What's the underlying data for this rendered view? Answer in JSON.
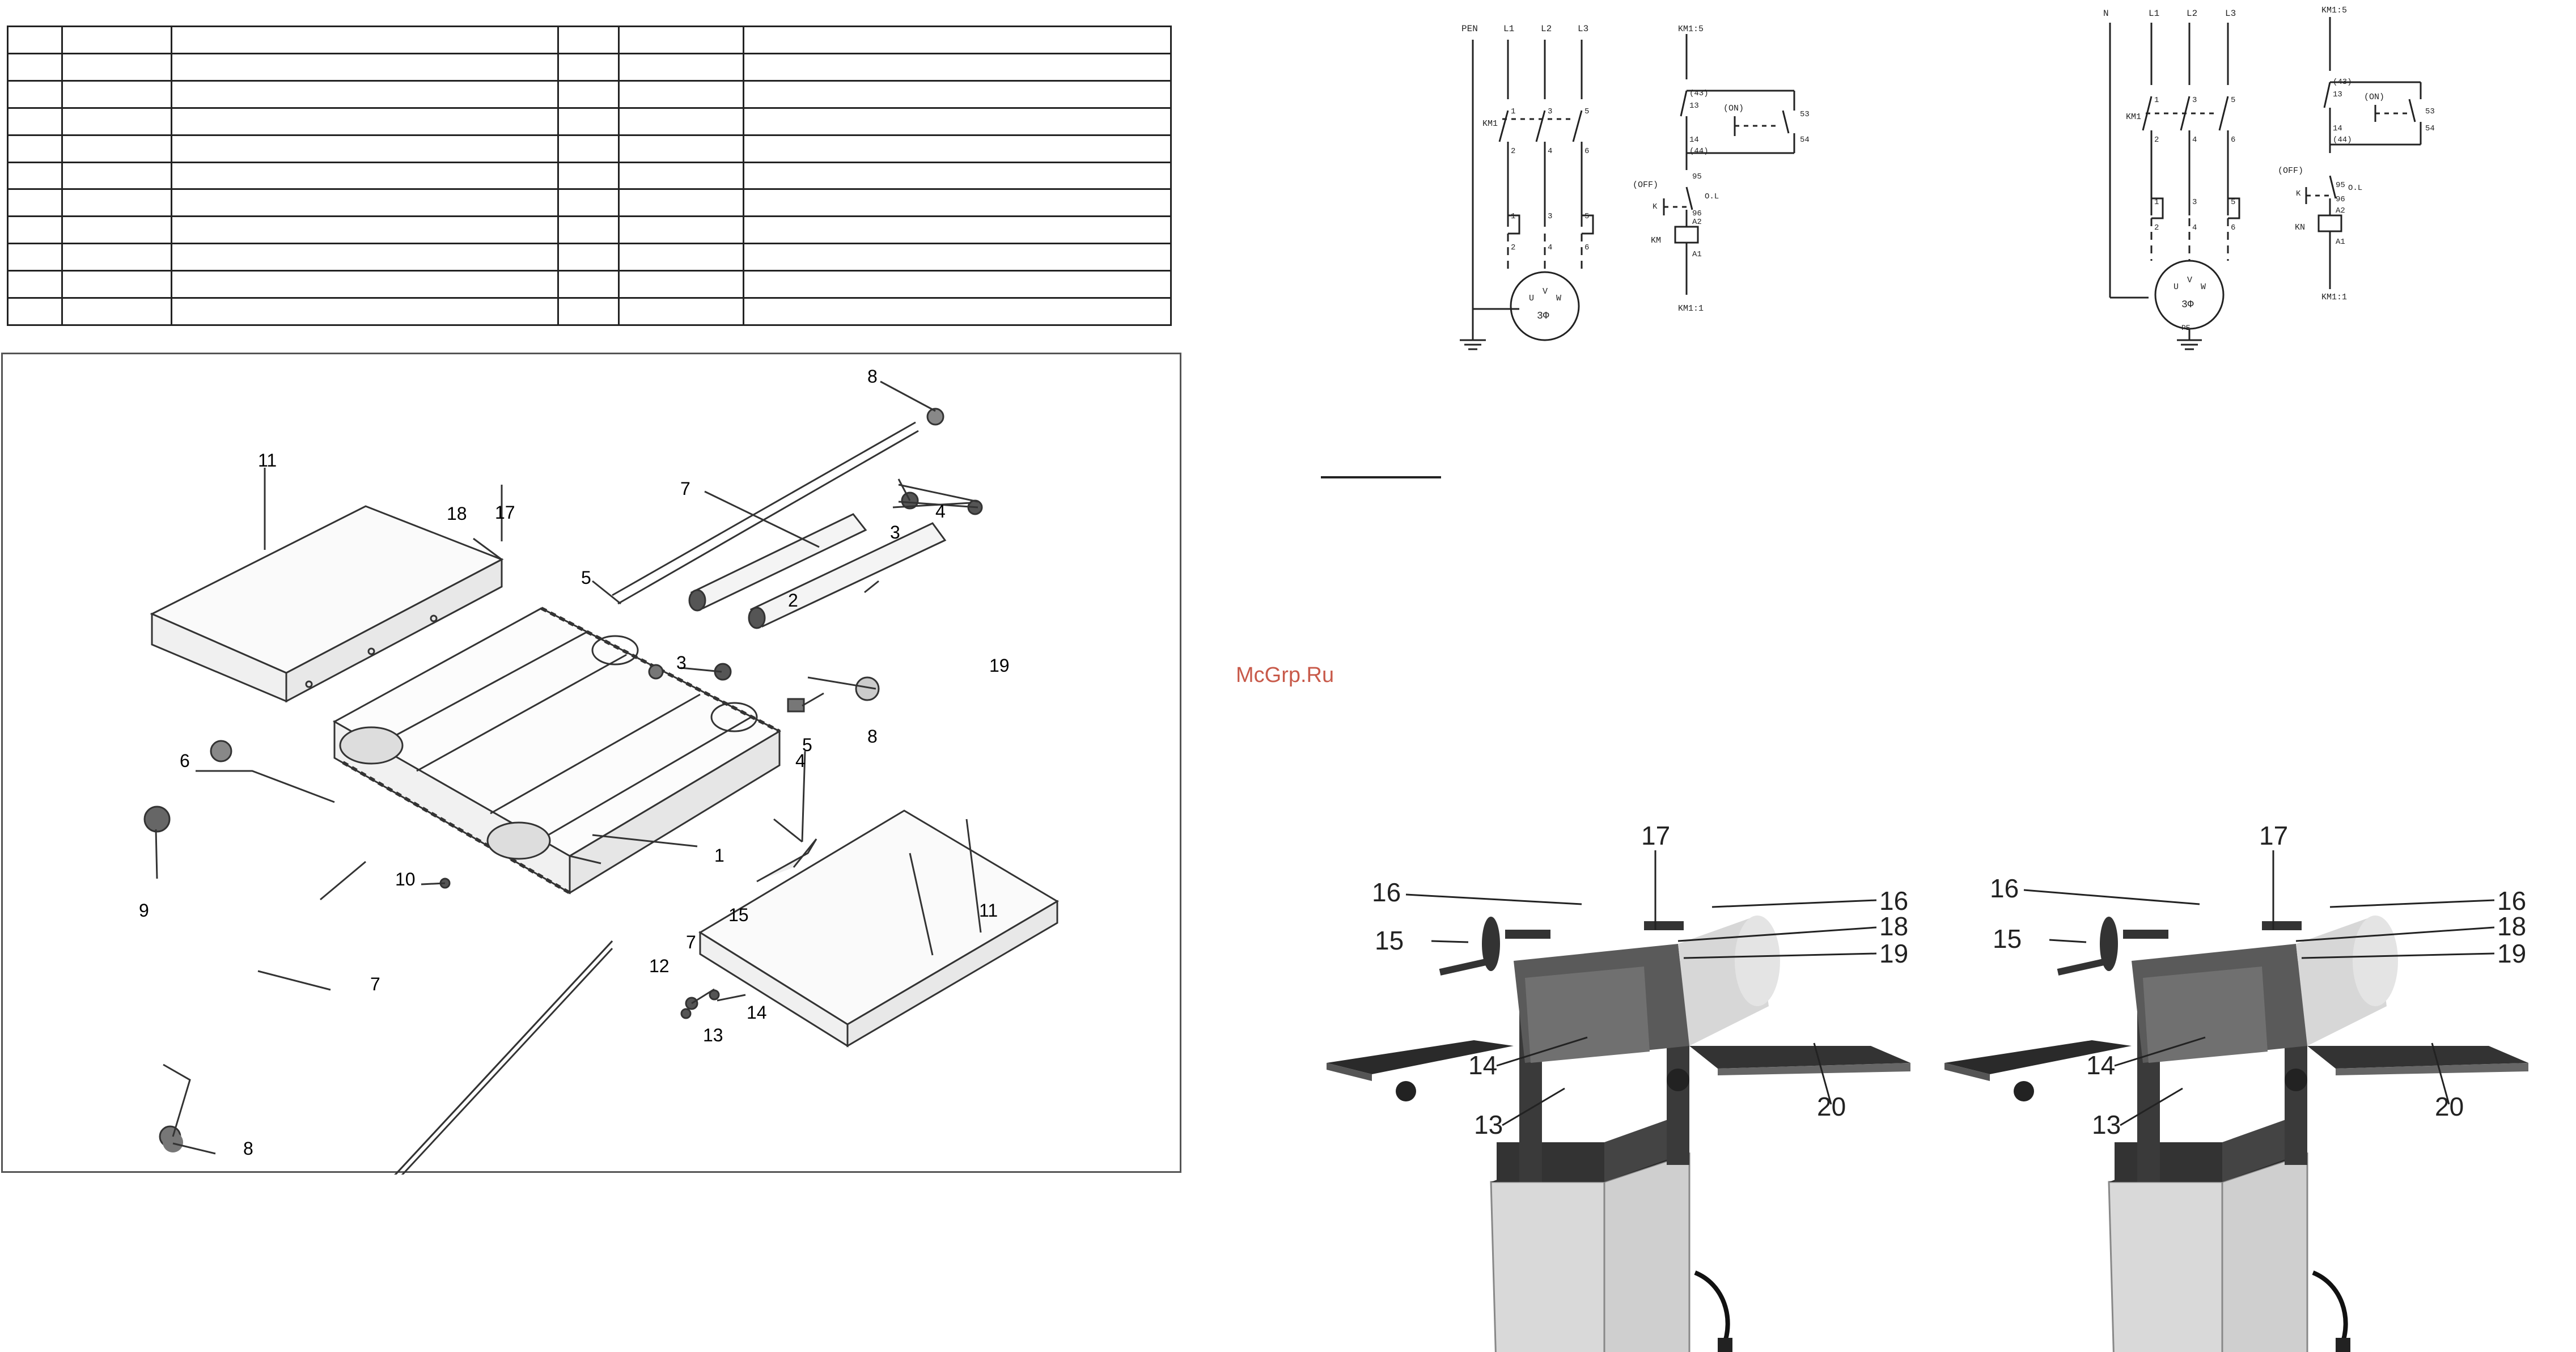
{
  "watermark": "McGrp.Ru",
  "parts_table": {
    "rows": 11,
    "columns": 6
  },
  "exploded_view": {
    "callouts": [
      "1",
      "2",
      "3",
      "3",
      "4",
      "4",
      "5",
      "5",
      "6",
      "7",
      "7",
      "7",
      "8",
      "8",
      "8",
      "9",
      "10",
      "11",
      "11",
      "12",
      "13",
      "14",
      "15",
      "17",
      "18",
      "19"
    ]
  },
  "schematic_a": {
    "lines": [
      "PEN",
      "L1",
      "L2",
      "L3"
    ],
    "terminals": [
      "1",
      "3",
      "5",
      "2",
      "4",
      "6",
      "1",
      "3",
      "5",
      "2",
      "4",
      "6"
    ],
    "contactor": "KM1",
    "control": {
      "top": "KM1:5",
      "bottom": "KM1:1",
      "aux_contact": [
        "(43)",
        "13",
        "14",
        "(44)"
      ],
      "on_button": "(ON)",
      "on_terminals": [
        "53",
        "54"
      ],
      "off_button": "(OFF)",
      "off_terminals": [
        "95",
        "96",
        "O.L",
        "K"
      ],
      "coil": "KM",
      "coil_terminals": [
        "A2",
        "A1"
      ]
    },
    "motor": [
      "U",
      "V",
      "W",
      "3Φ"
    ]
  },
  "schematic_b": {
    "lines": [
      "N",
      "L1",
      "L2",
      "L3"
    ],
    "terminals": [
      "1",
      "3",
      "5",
      "2",
      "4",
      "6",
      "1",
      "3",
      "5",
      "2",
      "4",
      "6"
    ],
    "contactor": "KM1",
    "control": {
      "top": "KM1:5",
      "bottom": "KM1:1",
      "aux_contact": [
        "(43)",
        "13",
        "14",
        "(44)"
      ],
      "on_button": "(ON)",
      "on_terminals": [
        "53",
        "54"
      ],
      "off_button": "(OFF)",
      "off_terminals": [
        "95",
        "96",
        "O.L",
        "K"
      ],
      "coil": "KN",
      "coil_terminals": [
        "A2",
        "A1"
      ]
    },
    "motor": [
      "U",
      "V",
      "W",
      "3Φ"
    ],
    "ground": "PE"
  },
  "photo_left": {
    "labels": [
      "17",
      "16",
      "16",
      "15",
      "18",
      "19",
      "14",
      "20",
      "13"
    ]
  },
  "photo_right": {
    "labels": [
      "17",
      "16",
      "16",
      "15",
      "18",
      "19",
      "14",
      "20",
      "13"
    ]
  }
}
